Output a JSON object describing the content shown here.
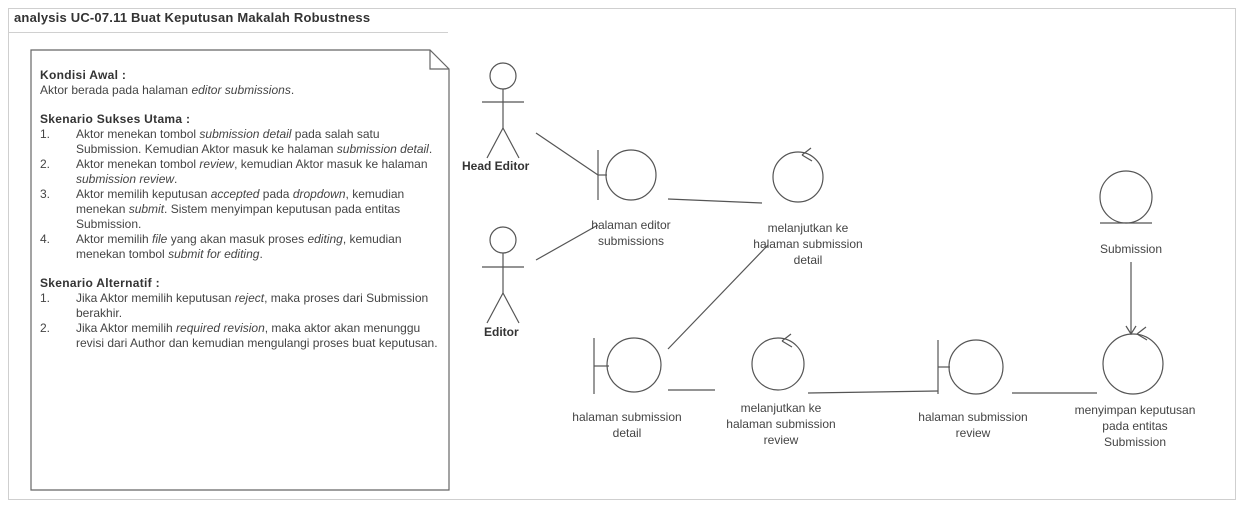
{
  "title": "analysis UC-07.11 Buat Keputusan Makalah Robustness",
  "note": {
    "kondisi_awal_heading": "Kondisi Awal :",
    "kondisi_awal_text": {
      "a": "Aktor berada pada halaman ",
      "b": "editor submissions",
      "c": "."
    },
    "sukses_heading": "Skenario Sukses Utama :",
    "sukses": [
      {
        "n": "1.",
        "parts": [
          {
            "t": "Aktor menekan tombol "
          },
          {
            "t": "submission detail",
            "i": true
          },
          {
            "t": " pada salah satu Submission. Kemudian Aktor masuk ke halaman "
          },
          {
            "t": "submission detail",
            "i": true
          },
          {
            "t": "."
          }
        ]
      },
      {
        "n": "2.",
        "parts": [
          {
            "t": "Aktor menekan tombol "
          },
          {
            "t": "review",
            "i": true
          },
          {
            "t": ", kemudian Aktor masuk ke halaman "
          },
          {
            "t": "submission review",
            "i": true
          },
          {
            "t": "."
          }
        ]
      },
      {
        "n": "3.",
        "parts": [
          {
            "t": "Aktor memilih keputusan "
          },
          {
            "t": "accepted",
            "i": true
          },
          {
            "t": " pada "
          },
          {
            "t": "dropdown",
            "i": true
          },
          {
            "t": ", kemudian menekan "
          },
          {
            "t": "submit",
            "i": true
          },
          {
            "t": ". Sistem menyimpan keputusan pada entitas Submission."
          }
        ]
      },
      {
        "n": "4.",
        "parts": [
          {
            "t": "Aktor memilih "
          },
          {
            "t": "file",
            "i": true
          },
          {
            "t": " yang akan masuk proses "
          },
          {
            "t": "editing",
            "i": true
          },
          {
            "t": ", kemudian menekan tombol "
          },
          {
            "t": "submit for editing",
            "i": true
          },
          {
            "t": "."
          }
        ]
      }
    ],
    "alternatif_heading": "Skenario Alternatif :",
    "alternatif": [
      {
        "n": "1.",
        "parts": [
          {
            "t": "Jika Aktor memilih keputusan "
          },
          {
            "t": "reject",
            "i": true
          },
          {
            "t": ", maka proses dari Submission berakhir."
          }
        ]
      },
      {
        "n": "2.",
        "parts": [
          {
            "t": "Jika Aktor memilih "
          },
          {
            "t": "required revision",
            "i": true
          },
          {
            "t": ", maka aktor akan menunggu revisi dari Author dan kemudian mengulangi proses buat keputusan."
          }
        ]
      }
    ]
  },
  "actors": {
    "head_editor": "Head Editor",
    "editor": "Editor"
  },
  "elements": {
    "halaman_editor_submissions": [
      "halaman editor",
      "submissions"
    ],
    "melanjutkan_detail": [
      "melanjutkan ke",
      "halaman submission",
      "detail"
    ],
    "submission_entity": [
      "Submission"
    ],
    "halaman_submission_detail": [
      "halaman submission",
      "detail"
    ],
    "melanjutkan_review": [
      "melanjutkan ke",
      "halaman submission",
      "review"
    ],
    "halaman_submission_review": [
      "halaman submission",
      "review"
    ],
    "menyimpan_keputusan": [
      "menyimpan keputusan",
      "pada entitas",
      "Submission"
    ]
  }
}
